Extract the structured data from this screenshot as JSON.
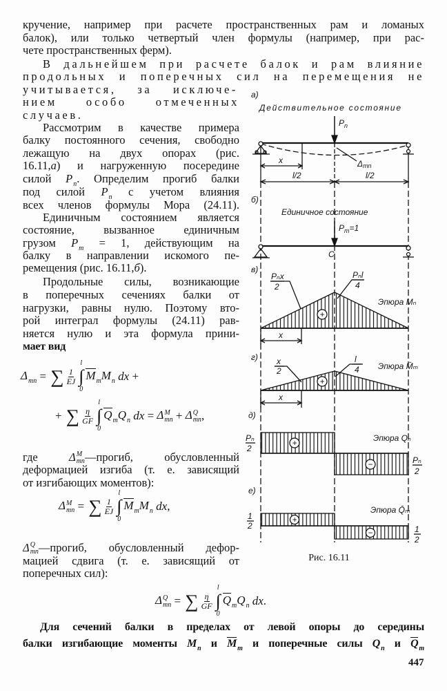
{
  "text": {
    "lines": [
      [
        {
          "t": "кручение, например при расчете пространственных рам и ломаных"
        }
      ],
      [
        {
          "t": "балок), или только четвертый член формулы (например, при рас-"
        }
      ],
      [
        {
          "t": "чете пространственных ферм)."
        }
      ],
      [
        {
          "t": "В дальнейшем при расчете балок и рам влияние"
        }
      ],
      [
        {
          "t": "продольных и поперечных сил на перемещения не"
        }
      ],
      [
        {
          "t": "учитывается, за исключе-"
        }
      ],
      [
        {
          "t": "нием особо отмеченных"
        }
      ],
      [
        {
          "t": "случаев."
        }
      ],
      [
        {
          "t": "Рассмотрим в качестве примера"
        }
      ],
      [
        {
          "t": "балку постоянного сечения, свободно"
        }
      ],
      [
        {
          "t": "лежащую на двух опорах (рис."
        }
      ],
      [
        {
          "t": "16.11,"
        },
        {
          "v": "а"
        },
        {
          "t": ") и нагруженную посередине"
        }
      ],
      [
        {
          "t": "силой "
        },
        {
          "v": "P",
          "sub": "n"
        },
        {
          "t": ". Определим прогиб балки"
        }
      ],
      [
        {
          "t": "под силой "
        },
        {
          "v": "P",
          "sub": "n"
        },
        {
          "t": " с учетом влияния"
        }
      ],
      [
        {
          "t": "всех членов формулы Мора (24.11)."
        }
      ],
      [
        {
          "t": "Единичным состоянием является"
        }
      ],
      [
        {
          "t": "состояние, вызванное единичным"
        }
      ],
      [
        {
          "t": "грузом "
        },
        {
          "v": "P",
          "sub": "m"
        },
        {
          "t": " = 1, действующим на"
        }
      ],
      [
        {
          "t": "балку в направлении искомого пе-"
        }
      ],
      [
        {
          "t": "ремещения (рис. 16.11,"
        },
        {
          "v": "б"
        },
        {
          "t": ")."
        }
      ],
      [
        {
          "t": "Продольные силы, возникающие"
        }
      ],
      [
        {
          "t": "в поперечных сечениях балки от"
        }
      ],
      [
        {
          "t": "нагрузки, равны нулю. Поэтому вто-"
        }
      ],
      [
        {
          "t": "рой интеграл формулы (24.11) рав-"
        }
      ],
      [
        {
          "t": "няется нулю и эта формула прини-"
        }
      ],
      [
        {
          "t": "мает вид"
        }
      ],
      [
        {
          "t": "где "
        },
        {
          "v": "Δ",
          "sup": "M",
          "sub": "mn"
        },
        {
          "t": "—прогиб, обусловленный"
        }
      ],
      [
        {
          "t": "деформацией изгиба (т. е. зависящий"
        }
      ],
      [
        {
          "t": "от изгибающих моментов):"
        }
      ],
      [
        {
          "v": "Δ",
          "sup": "Q",
          "sub": "mn"
        },
        {
          "t": "—прогиб, обусловленный дефор-"
        }
      ],
      [
        {
          "t": "мацией сдвига (т. е. зависящий от"
        }
      ],
      [
        {
          "t": "поперечных сил):"
        }
      ],
      [
        {
          "t": "Для сечений балки в пределах от левой опоры до середины"
        }
      ],
      [
        {
          "t": "балки изгибающие моменты "
        },
        {
          "v": "M",
          "sub": "n"
        },
        {
          "t": " и "
        },
        {
          "v": "M",
          "over": true,
          "sub": "m"
        },
        {
          "t": " и поперечные силы "
        },
        {
          "v": "Q",
          "sub": "n"
        },
        {
          "t": " и "
        },
        {
          "v": "Q",
          "over": true,
          "sub": "m"
        }
      ]
    ]
  },
  "formulas": [
    [
      {
        "v": "Δ",
        "sub": "mn"
      },
      {
        "t": " = "
      },
      {
        "sum": "∑"
      },
      {
        "frac": [
          "1",
          "EJ"
        ]
      },
      {
        "int": "∫",
        "up": "l",
        "lo": "0"
      },
      {
        "v": "M",
        "over": true,
        "sub": "m"
      },
      {
        "v": "M",
        "sub": "n"
      },
      {
        "t": " "
      },
      {
        "v": "dx"
      },
      {
        "t": " +"
      }
    ],
    [
      {
        "t": "+ "
      },
      {
        "sum": "∑"
      },
      {
        "frac": [
          "η",
          "GF"
        ]
      },
      {
        "int": "∫",
        "up": "l",
        "lo": "0"
      },
      {
        "v": "Q",
        "over": true,
        "sub": "m"
      },
      {
        "v": "Q",
        "sub": "n"
      },
      {
        "t": " "
      },
      {
        "v": "dx"
      },
      {
        "t": " = "
      },
      {
        "v": "Δ",
        "sup": "M",
        "sub": "mn"
      },
      {
        "t": " + "
      },
      {
        "v": "Δ",
        "sup": "Q",
        "sub": "mn"
      },
      {
        "t": ","
      }
    ],
    [
      {
        "v": "Δ",
        "sup": "M",
        "sub": "mn"
      },
      {
        "t": " = "
      },
      {
        "sum": "∑"
      },
      {
        "frac": [
          "1",
          "EJ"
        ]
      },
      {
        "int": "∫",
        "up": "l",
        "lo": "0"
      },
      {
        "v": "M",
        "over": true,
        "sub": "m"
      },
      {
        "v": "M",
        "sub": "n"
      },
      {
        "t": " "
      },
      {
        "v": "dx"
      },
      {
        "t": ","
      }
    ],
    [
      {
        "v": "Δ",
        "sup": "Q",
        "sub": "mn"
      },
      {
        "t": " = "
      },
      {
        "sum": "∑"
      },
      {
        "frac": [
          "η",
          "GF"
        ]
      },
      {
        "int": "∫",
        "up": "l",
        "lo": "0"
      },
      {
        "v": "Q",
        "over": true,
        "sub": "m"
      },
      {
        "v": "Q",
        "sub": "n"
      },
      {
        "t": " "
      },
      {
        "v": "dx"
      },
      {
        "t": "."
      }
    ]
  ],
  "figure": {
    "label_a": "а)",
    "label_b": "б)",
    "label_v": "в)",
    "label_g": "г)",
    "label_d": "д)",
    "label_e": "е)",
    "actual_state": "Действительное состояние",
    "unit_state": "Единичное состояние",
    "P": "P",
    "n": "n",
    "m": "m",
    "eq_one": "=1",
    "delta": "Δ",
    "mn": "mn",
    "x": "x",
    "half_l": "l/2",
    "point_C": "C",
    "pnx_num": "Pₙx",
    "two": "2",
    "pnl_num": "Pₙl",
    "four": "4",
    "x_num": "x",
    "l_num": "l",
    "pn_num": "Pₙ",
    "one": "1",
    "plus": "+",
    "minus": "−",
    "epure_Mn": "Эпюра Mₙ",
    "epure_Mm": "Эпюра M̄ₘ",
    "epure_Qn": "Эпюра Qₙ",
    "epure_Qm": "Эпюра Q̄ₘ",
    "caption": "Рис. 16.11"
  },
  "page_number": "447",
  "colors": {
    "ink": "#141414",
    "paper": "#fdfdfd"
  }
}
